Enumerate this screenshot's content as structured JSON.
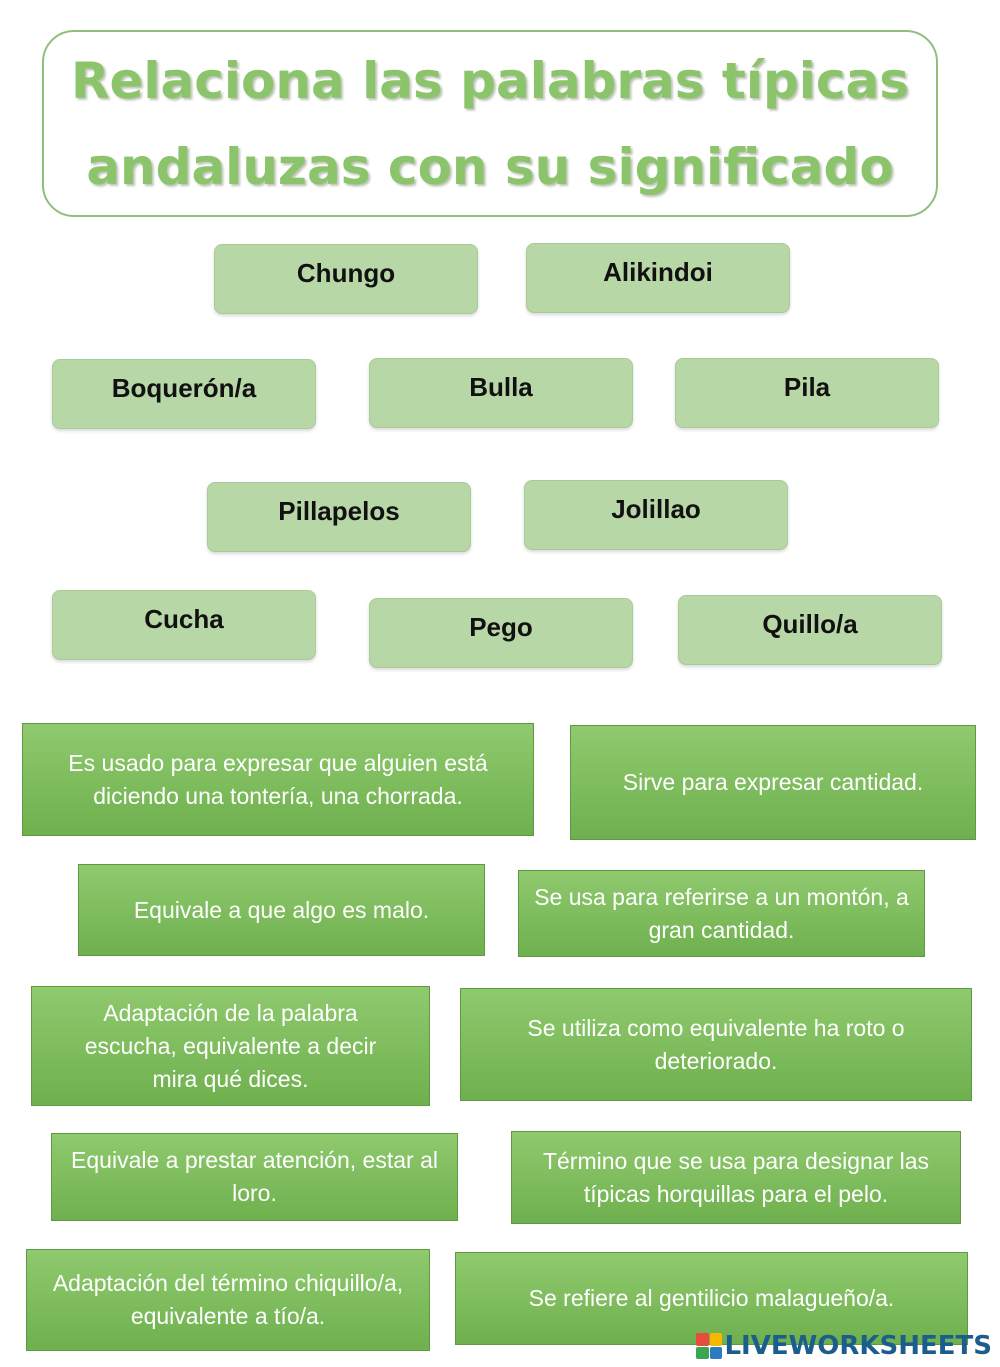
{
  "title": {
    "line1": "Relaciona las palabras típicas",
    "line2": "andaluzas con su significado"
  },
  "words": [
    "Chungo",
    "Alikindoi",
    "Boquerón/a",
    "Bulla",
    "Pila",
    "Pillapelos",
    "Jolillao",
    "Cucha",
    "Pego",
    "Quillo/a"
  ],
  "definitions": [
    "Es usado para expresar que alguien está diciendo una tontería, una chorrada.",
    "Sirve para expresar cantidad.",
    "Equivale a que algo es malo.",
    "Se usa para referirse a un montón, a gran cantidad.",
    "Adaptación de la palabra escucha, equivalente a decir mira qué dices.",
    "Se utiliza como equivalente ha roto o deteriorado.",
    "Equivale a prestar atención, estar al loro.",
    "Término que se usa para designar las típicas horquillas para el pelo.",
    "Adaptación del término chiquillo/a, equivalente a tío/a.",
    "Se refiere al gentilicio malagueño/a."
  ],
  "brand": {
    "logo_letters": [
      "L",
      "I",
      "V",
      "E"
    ],
    "text": "LIVEWORKSHEETS",
    "colors": [
      "#e94b3c",
      "#f5b700",
      "#3aa655",
      "#2b7bc1"
    ]
  }
}
